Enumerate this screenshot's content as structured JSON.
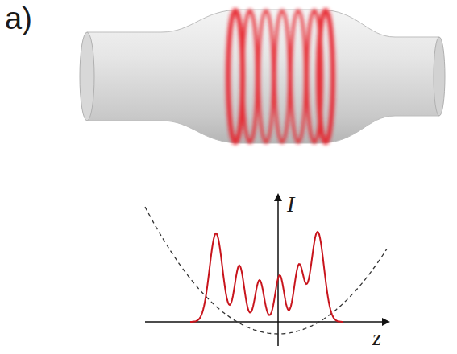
{
  "diagram": {
    "labels": [
      "a)",
      "I",
      "z"
    ]
  }
}
